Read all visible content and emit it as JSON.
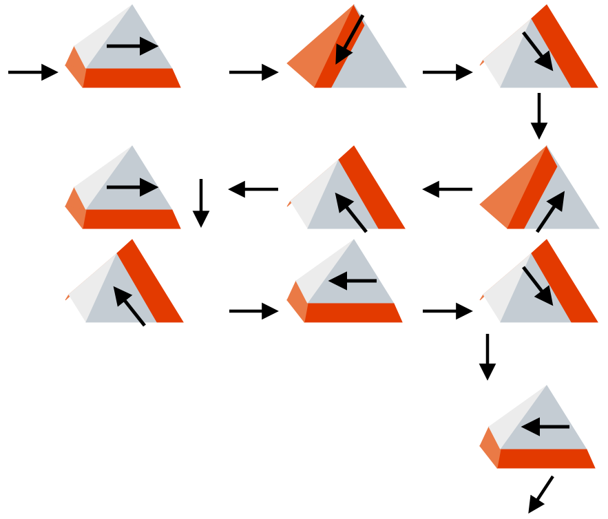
{
  "colors": {
    "background": "#ffffff",
    "face_left_light": "#ececec",
    "face_right_light": "#dbe3ea",
    "face_front": "#c4ccd3",
    "red": "#e33a00",
    "orange": "#ea7a46",
    "arrow": "#000000"
  },
  "pieces": [
    {
      "id": 1,
      "row": 1,
      "col": 1,
      "red_edge": "bottom",
      "inner_arrow": "right"
    },
    {
      "id": 2,
      "row": 1,
      "col": 2,
      "red_edge": "left",
      "inner_arrow": "down-left"
    },
    {
      "id": 3,
      "row": 1,
      "col": 3,
      "red_edge": "right",
      "inner_arrow": "down-right"
    },
    {
      "id": 4,
      "row": 2,
      "col": 3,
      "red_edge": "left",
      "inner_arrow": "up-right"
    },
    {
      "id": 5,
      "row": 2,
      "col": 2,
      "red_edge": "right",
      "inner_arrow": "up-left"
    },
    {
      "id": 6,
      "row": 2,
      "col": 1,
      "red_edge": "bottom",
      "inner_arrow": "right"
    },
    {
      "id": 7,
      "row": 3,
      "col": 1,
      "red_edge": "right",
      "inner_arrow": "up-left"
    },
    {
      "id": 8,
      "row": 3,
      "col": 2,
      "red_edge": "bottom",
      "inner_arrow": "left"
    },
    {
      "id": 9,
      "row": 3,
      "col": 3,
      "red_edge": "right",
      "inner_arrow": "down-right"
    },
    {
      "id": 10,
      "row": 4,
      "col": 3,
      "red_edge": "bottom",
      "inner_arrow": "left"
    }
  ],
  "flow_arrows": [
    {
      "from": "start",
      "to": 1,
      "direction": "right"
    },
    {
      "from": 1,
      "to": 2,
      "direction": "right"
    },
    {
      "from": 2,
      "to": 3,
      "direction": "right"
    },
    {
      "from": 3,
      "to": 4,
      "direction": "down"
    },
    {
      "from": 4,
      "to": 5,
      "direction": "left"
    },
    {
      "from": 5,
      "to": 6,
      "direction": "left"
    },
    {
      "from": 6,
      "to": 7,
      "direction": "down"
    },
    {
      "from": 7,
      "to": 8,
      "direction": "right"
    },
    {
      "from": 8,
      "to": 9,
      "direction": "right"
    },
    {
      "from": 9,
      "to": 10,
      "direction": "down"
    },
    {
      "from": 10,
      "to": "end",
      "direction": "down-left"
    }
  ]
}
